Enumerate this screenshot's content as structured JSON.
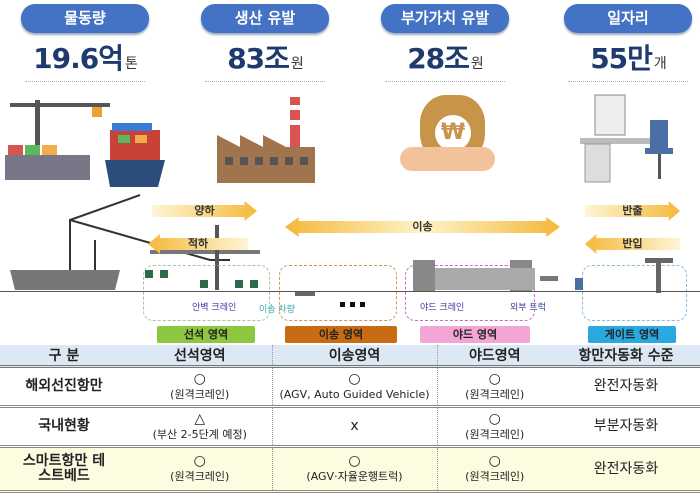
{
  "stats": [
    {
      "label": "물동량",
      "value": "19.6억",
      "unit": "톤"
    },
    {
      "label": "생산 유발",
      "value": "83조",
      "unit": "원"
    },
    {
      "label": "부가가치 유발",
      "value": "28조",
      "unit": "원"
    },
    {
      "label": "일자리",
      "value": "55만",
      "unit": "개"
    }
  ],
  "money_symbol": "₩",
  "flows": {
    "unload": "양하",
    "load": "적하",
    "transfer": "이송",
    "out": "반출",
    "in": "반입"
  },
  "equipment": {
    "quay_crane": "안벽 크레인",
    "transfer_vehicle": "이송 차량",
    "yard_crane": "야드 크레인",
    "external_truck": "외부 트럭"
  },
  "zones": [
    {
      "label": "선석 영역",
      "color": "#8dc63f"
    },
    {
      "label": "이송 영역",
      "color": "#c86b12"
    },
    {
      "label": "야드 영역",
      "color": "#f3a6d6"
    },
    {
      "label": "게이트 영역",
      "color": "#29a9e0"
    }
  ],
  "table": {
    "headers": [
      "구 분",
      "선석영역",
      "이송영역",
      "야드영역",
      "항만자동화 수준"
    ],
    "rows": [
      {
        "name": "해외선진항만",
        "cells": [
          {
            "sym": "○",
            "note": "(원격크레인)"
          },
          {
            "sym": "○",
            "note": "(AGV, Auto Guided Vehicle)"
          },
          {
            "sym": "○",
            "note": "(원격크레인)"
          }
        ],
        "level": "완전자동화"
      },
      {
        "name": "국내현황",
        "cells": [
          {
            "sym": "△",
            "note": "(부산 2-5단계 예정)"
          },
          {
            "sym": "x",
            "note": ""
          },
          {
            "sym": "○",
            "note": "(원격크레인)"
          }
        ],
        "level": "부분자동화"
      },
      {
        "name": "스마트항만 테스트베드",
        "cells": [
          {
            "sym": "○",
            "note": "(원격크레인)"
          },
          {
            "sym": "○",
            "note": "(AGV·자율운행트럭)"
          },
          {
            "sym": "○",
            "note": "(원격크레인)"
          }
        ],
        "level": "완전자동화"
      }
    ]
  }
}
